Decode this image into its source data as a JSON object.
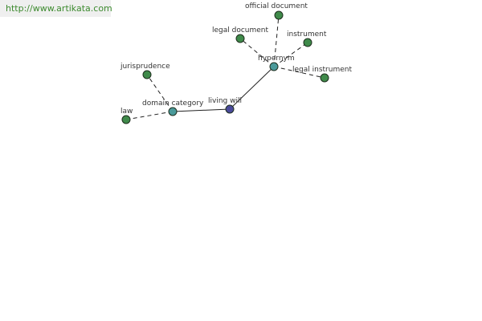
{
  "source": {
    "url_text": "http://www.artikata.com"
  },
  "colors": {
    "leaf": "#3f8a4a",
    "hub": "#4a9a9a",
    "focus": "#4a4a9a",
    "link": "#3c8a2e"
  },
  "nodes": [
    {
      "id": "living-will",
      "label": "living will",
      "kind": "focus"
    },
    {
      "id": "domain-category",
      "label": "domain category",
      "kind": "hub"
    },
    {
      "id": "hypernym",
      "label": "hypernym",
      "kind": "hub"
    },
    {
      "id": "law",
      "label": "law",
      "kind": "leaf"
    },
    {
      "id": "jurisprudence",
      "label": "jurisprudence",
      "kind": "leaf"
    },
    {
      "id": "official-document",
      "label": "official document",
      "kind": "leaf"
    },
    {
      "id": "legal-document",
      "label": "legal document",
      "kind": "leaf"
    },
    {
      "id": "instrument",
      "label": "instrument",
      "kind": "leaf"
    },
    {
      "id": "legal-instrument",
      "label": "legal instrument",
      "kind": "leaf"
    }
  ],
  "edges": [
    {
      "from": "living-will",
      "to": "domain-category",
      "style": "solid"
    },
    {
      "from": "living-will",
      "to": "hypernym",
      "style": "solid"
    },
    {
      "from": "domain-category",
      "to": "law",
      "style": "dashed"
    },
    {
      "from": "domain-category",
      "to": "jurisprudence",
      "style": "dashed"
    },
    {
      "from": "hypernym",
      "to": "official-document",
      "style": "dashed"
    },
    {
      "from": "hypernym",
      "to": "legal-document",
      "style": "dashed"
    },
    {
      "from": "hypernym",
      "to": "instrument",
      "style": "dashed"
    },
    {
      "from": "hypernym",
      "to": "legal-instrument",
      "style": "dashed"
    }
  ]
}
